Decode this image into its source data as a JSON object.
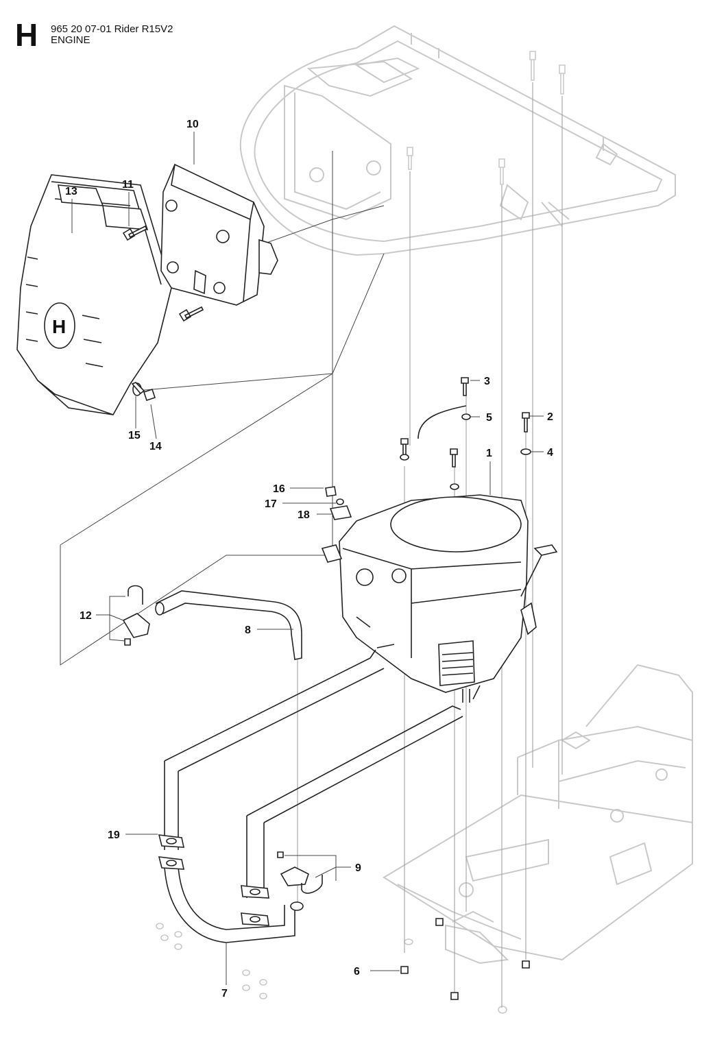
{
  "header": {
    "section_letter": "H",
    "model_line": "965 20 07-01 Rider R15V2",
    "section_title": "ENGINE"
  },
  "callouts": [
    {
      "id": "1",
      "label": "1"
    },
    {
      "id": "2",
      "label": "2"
    },
    {
      "id": "3",
      "label": "3"
    },
    {
      "id": "4",
      "label": "4"
    },
    {
      "id": "5",
      "label": "5"
    },
    {
      "id": "6",
      "label": "6"
    },
    {
      "id": "7",
      "label": "7"
    },
    {
      "id": "8",
      "label": "8"
    },
    {
      "id": "9",
      "label": "9"
    },
    {
      "id": "10",
      "label": "10"
    },
    {
      "id": "11",
      "label": "11"
    },
    {
      "id": "12",
      "label": "12"
    },
    {
      "id": "13",
      "label": "13"
    },
    {
      "id": "14",
      "label": "14"
    },
    {
      "id": "15",
      "label": "15"
    },
    {
      "id": "16",
      "label": "16"
    },
    {
      "id": "17",
      "label": "17"
    },
    {
      "id": "18",
      "label": "18"
    },
    {
      "id": "19",
      "label": "19"
    }
  ],
  "colors": {
    "ink": "#222222",
    "ghost": "#c9c9c9",
    "background": "#ffffff"
  }
}
